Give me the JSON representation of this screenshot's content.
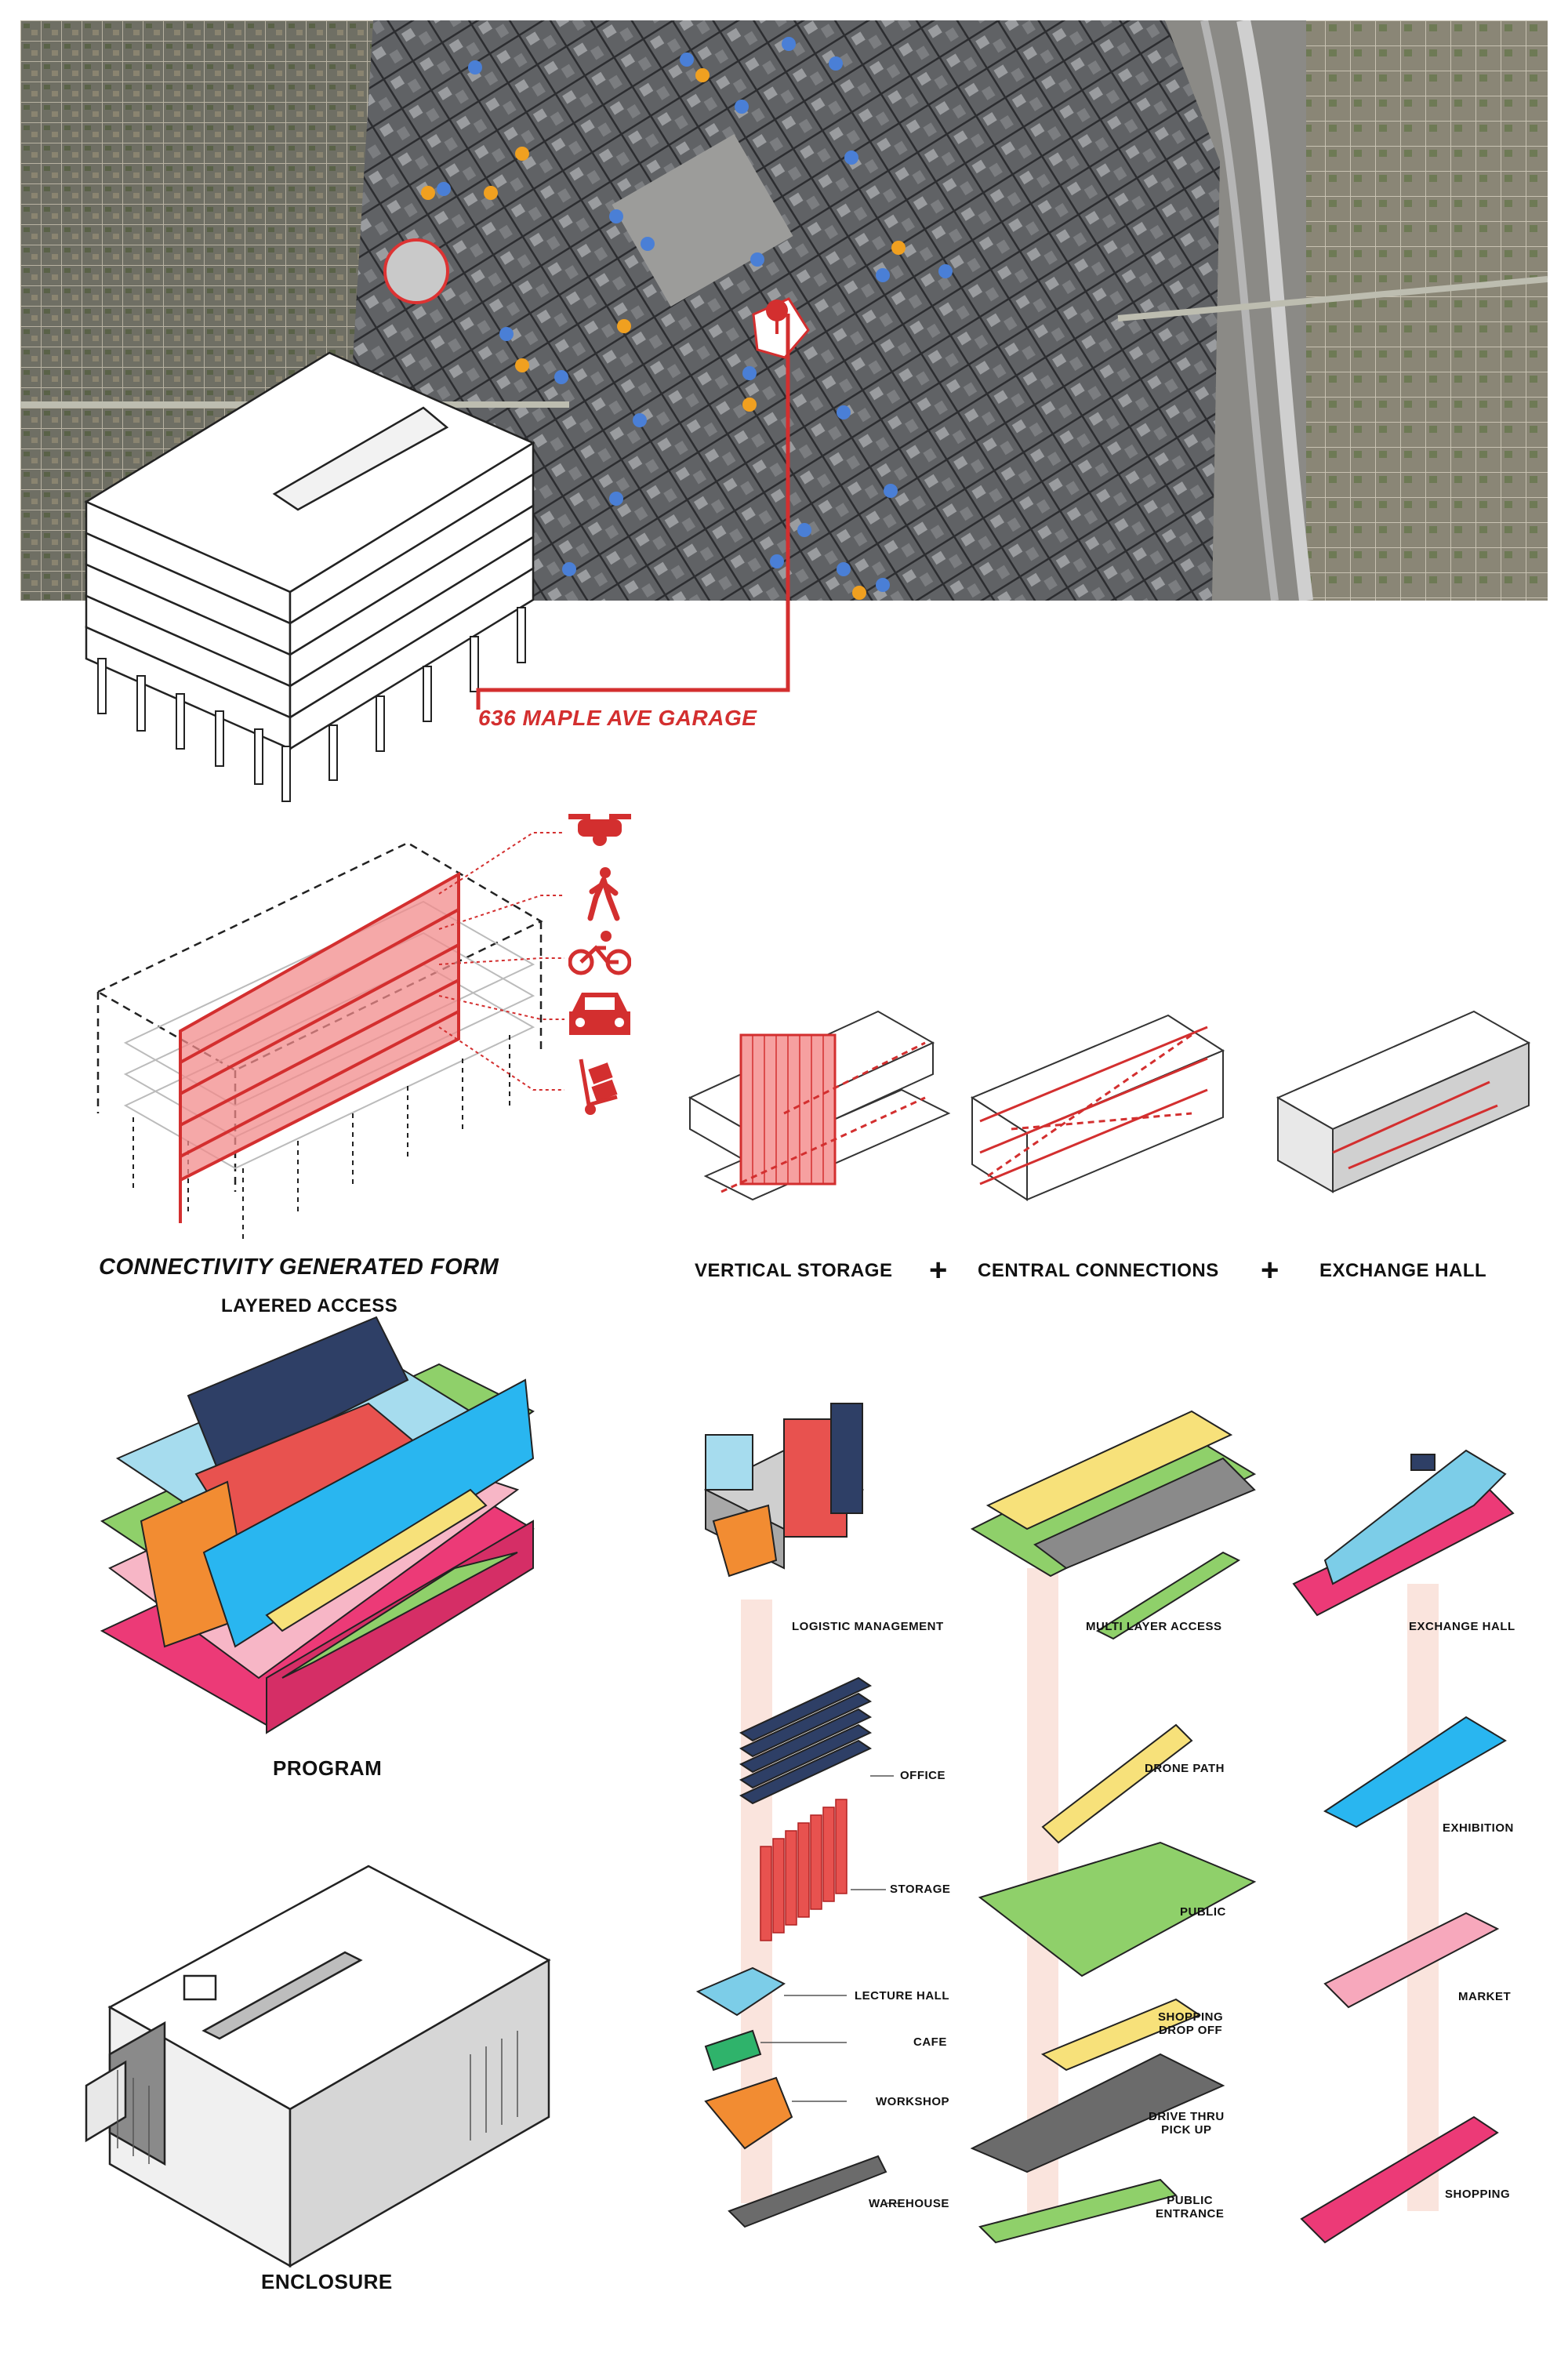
{
  "colors": {
    "accent_red": "#d32f2f",
    "office": "#2e3f66",
    "storage": "#e8524f",
    "lecture": "#7ccde8",
    "cafe": "#2fb36b",
    "workshop": "#f28c32",
    "warehouse": "#6b6b6b",
    "drone": "#f7e17a",
    "public": "#8fd06a",
    "exhibition": "#29b6f0",
    "market": "#f7a8bc",
    "shopping": "#ec3a77"
  },
  "map": {
    "site_label": "636 MAPLE AVE GARAGE"
  },
  "connectivity": {
    "title": "CONNECTIVITY GENERATED FORM",
    "subtitle": "LAYERED ACCESS",
    "icons": [
      "drone-icon",
      "pedestrian-icon",
      "bicycle-icon",
      "car-icon",
      "hand-truck-icon"
    ]
  },
  "sequence": {
    "steps": [
      "VERTICAL STORAGE",
      "CENTRAL CONNECTIONS",
      "EXCHANGE HALL"
    ],
    "plus": "+"
  },
  "program": {
    "label": "PROGRAM"
  },
  "enclosure": {
    "label": "ENCLOSURE"
  },
  "columns": {
    "logistic": {
      "title": "LOGISTIC MANAGEMENT",
      "items": [
        "OFFICE",
        "STORAGE",
        "LECTURE HALL",
        "CAFE",
        "WORKSHOP",
        "WAREHOUSE"
      ]
    },
    "access": {
      "title": "MULTI LAYER ACCESS",
      "items": [
        "DRONE PATH",
        "PUBLIC",
        "SHOPPING\nDROP OFF",
        "DRIVE THRU\nPICK UP",
        "PUBLIC\nENTRANCE"
      ]
    },
    "exchange": {
      "title": "EXCHANGE HALL",
      "items": [
        "EXHIBITION",
        "MARKET",
        "SHOPPING"
      ]
    }
  }
}
